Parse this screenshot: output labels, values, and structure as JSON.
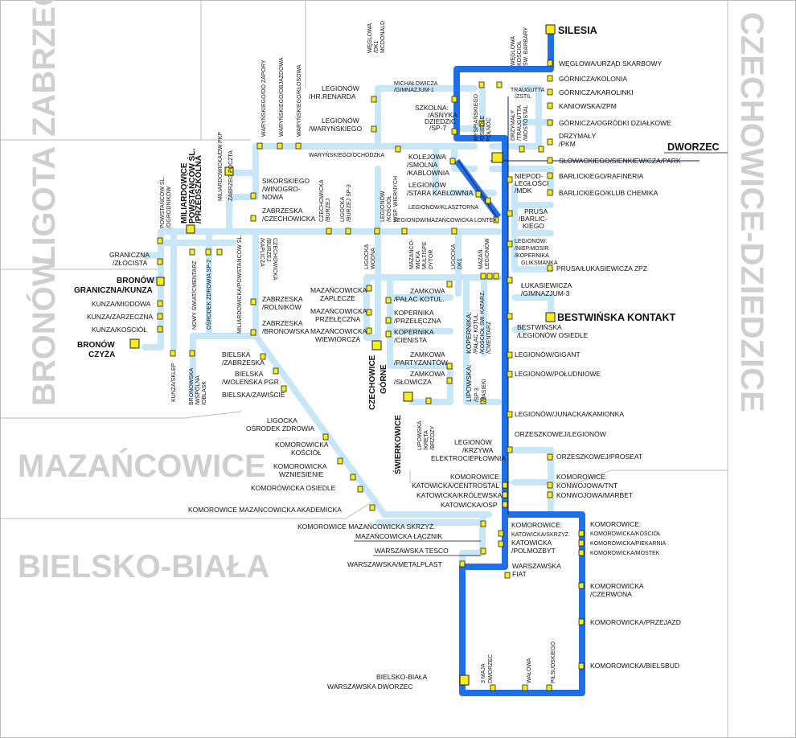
{
  "colors": {
    "route_light": "#c7e6f7",
    "route_main": "#1f6fe8",
    "stop_fill": "#f7ec1c",
    "district_text": "#cfcfcf",
    "border": "#bbbbbb"
  },
  "districts": [
    {
      "id": "zabrzeg",
      "name": "ZABRZEG"
    },
    {
      "id": "ligota",
      "name": "LIGOTA"
    },
    {
      "id": "bronow",
      "name": "BRONÓW"
    },
    {
      "id": "mazancowice",
      "name": "MAZAŃCOWICE"
    },
    {
      "id": "bielsko",
      "name": "BIELSKO-BIAŁA"
    },
    {
      "id": "czechowice",
      "name": "CZECHOWICE-DZIEDZICE"
    }
  ],
  "stops": [
    {
      "id": "silesia",
      "name": "SILESIA"
    },
    {
      "id": "weglowa_us",
      "name": "WĘGLOWA/URZĄD SKARBOWY"
    },
    {
      "id": "gornicza_kolonia",
      "name": "GÓRNICZA/KOLONIA"
    },
    {
      "id": "gornicza_karolinki",
      "name": "GÓRNICZA/KAROLINKI"
    },
    {
      "id": "kaniowska",
      "name": "KANIOWSKA/ZPM"
    },
    {
      "id": "gornicza_ogrodki",
      "name": "GÓRNICZA/OGRÓDKI DZIAŁKOWE"
    },
    {
      "id": "drzymaly_pkm_1",
      "name": "DRZYMAŁY"
    },
    {
      "id": "drzymaly_pkm_2",
      "name": "/PKM"
    },
    {
      "id": "dworzec",
      "name": "DWORZEC"
    },
    {
      "id": "slowackiego",
      "name": "SŁOWACKIEGO/SIENKIEWICZA/PARK"
    },
    {
      "id": "barlickiego_raf",
      "name": "BARLICKIEGO/RAFINERIA"
    },
    {
      "id": "barlickiego_klub",
      "name": "BARLICKIEGO/KLUB CHEMIKA"
    },
    {
      "id": "niepodleglosci_1",
      "name": "NIEPOD-"
    },
    {
      "id": "niepodleglosci_2",
      "name": "LEGŁOŚCI"
    },
    {
      "id": "niepodleglosci_3",
      "name": "/MDK"
    },
    {
      "id": "prusa_1",
      "name": "PRUSA"
    },
    {
      "id": "prusa_2",
      "name": "/BARLIC-"
    },
    {
      "id": "prusa_3",
      "name": "KIEGO"
    },
    {
      "id": "legionow_mosir_1",
      "name": "LEGIONÓW:"
    },
    {
      "id": "legionow_mosir_2",
      "name": "/NIEP.MOSIR"
    },
    {
      "id": "legionow_mosir_3",
      "name": "/KOPERNIKA"
    },
    {
      "id": "legionow_mosir_4",
      "name": "GLIKSMANKA"
    },
    {
      "id": "prusa_lukas",
      "name": "PRUSA/ŁUKASIEWICZA ZPZ"
    },
    {
      "id": "lukasiewicza_1",
      "name": "ŁUKASIEWICZA"
    },
    {
      "id": "lukasiewicza_2",
      "name": "/GIMNAZJUM-3"
    },
    {
      "id": "bestwinska_kontakt",
      "name": "BESTWIŃSKA KONTAKT"
    },
    {
      "id": "bestwinska_osiedle_1",
      "name": "BESTWIŃSKA"
    },
    {
      "id": "bestwinska_osiedle_2",
      "name": "/LEGIONÓW OSIEDLE"
    },
    {
      "id": "legionow_gigant",
      "name": "LEGIONÓW/GIGANT"
    },
    {
      "id": "legionow_poludniowe",
      "name": "LEGIONÓW/POŁUDNIOWE"
    },
    {
      "id": "legionow_junacka",
      "name": "LEGIONÓW/JUNACKA/KAMIONKA"
    },
    {
      "id": "orzeszkowej_leg",
      "name": "ORZESZKOWEJ/LEGIONÓW"
    },
    {
      "id": "orzeszkowej_pros",
      "name": "ORZESZKOWEJ/PROSEAT"
    },
    {
      "id": "konwojowa_hdr",
      "name": "KOMOROWICE:"
    },
    {
      "id": "konwojowa_tnt",
      "name": "KONWOJOWA/TNT"
    },
    {
      "id": "konwojowa_marbet",
      "name": "KONWOJOWA/MARBET"
    },
    {
      "id": "kom_hdr",
      "name": "KOMOROWICE:"
    },
    {
      "id": "kom_kosciol",
      "name": "KOMOROWICKA/KOŚCIÓŁ"
    },
    {
      "id": "kom_piekarnia",
      "name": "KOMOROWICKA/PIEKARNIA"
    },
    {
      "id": "kom_mostek",
      "name": "KOMOROWICKA/MOSTEK"
    },
    {
      "id": "kom_czerwona_1",
      "name": "KOMOROWICKA"
    },
    {
      "id": "kom_czerwona_2",
      "name": "/CZERWONA"
    },
    {
      "id": "kom_przejazd",
      "name": "KOMOROWICKA/PRZEJAZD"
    },
    {
      "id": "kom_bielsbud",
      "name": "KOMOROWICKA/BIELSBUD"
    },
    {
      "id": "legionow_krzywa_1",
      "name": "LEGIONÓW"
    },
    {
      "id": "legionow_krzywa_2",
      "name": "/KRZYWA"
    },
    {
      "id": "legionow_krzywa_3",
      "name": "ELEKTROCIEPŁOWNIA"
    },
    {
      "id": "kat_hdr",
      "name": "KOMOROWICE:"
    },
    {
      "id": "kat_centrostal",
      "name": "KATOWICKA/CENTROSTAL"
    },
    {
      "id": "kat_krolewska",
      "name": "KATOWICKA/KRÓLEWSKA"
    },
    {
      "id": "kat_osp",
      "name": "KATOWICKA/OSP"
    },
    {
      "id": "kat2_hdr",
      "name": "KOMOROWICE:"
    },
    {
      "id": "kat2_skrzyz",
      "name": "KATOWICKA/SKRZYŻ."
    },
    {
      "id": "kat2_polmo_1",
      "name": "KATOWICKA"
    },
    {
      "id": "kat2_polmo_2",
      "name": "/POLMOZBYT"
    },
    {
      "id": "warszawska_fiat_1",
      "name": "WARSZAWSKA"
    },
    {
      "id": "warszawska_fiat_2",
      "name": "FIAT"
    },
    {
      "id": "warszawska_metalplast",
      "name": "WARSZAWSKA/METALPLAST"
    },
    {
      "id": "warszawska_tesco",
      "name": "WARSZAWSKA TESCO"
    },
    {
      "id": "mazancowicka_lacznik",
      "name": "MAZAŃCOWICKA ŁĄCZNIK"
    },
    {
      "id": "kom_maz_skrzyz",
      "name": "KOMOROWICE MAZAŃCOWICKA SKRZYŻ."
    },
    {
      "id": "kom_maz_akad",
      "name": "KOMOROWICE MAZAŃCOWICKA AKADEMICKA"
    },
    {
      "id": "kom_osiedle",
      "name": "KOMOROWICKA OSIEDLE"
    },
    {
      "id": "kom_wzn_1",
      "name": "KOMOROWICKA"
    },
    {
      "id": "kom_wzn_2",
      "name": "WZNIESIENIE"
    },
    {
      "id": "kom_kosc2_1",
      "name": "KOMOROWICKA"
    },
    {
      "id": "kom_kosc2_2",
      "name": "KOŚCIÓŁ"
    },
    {
      "id": "ligocka_1",
      "name": "LIGOCKA"
    },
    {
      "id": "ligocka_2",
      "name": "OŚRODEK ZDROWIA"
    },
    {
      "id": "bielska_zawiscie",
      "name": "BIELSKA/ZAWIŚCIE"
    },
    {
      "id": "bielska_wol_1",
      "name": "BIELSKA"
    },
    {
      "id": "bielska_wol_2",
      "name": "/WOLEŃSKA PGR"
    },
    {
      "id": "bielska_zab_1",
      "name": "BIELSKA"
    },
    {
      "id": "bielska_zab_2",
      "name": "/ZABRZESKA"
    },
    {
      "id": "bielsko_dworzec_1",
      "name": "BIELSKO-BIAŁA"
    },
    {
      "id": "bielsko_dworzec_2",
      "name": "WARSZAWSKA DWORZEC"
    },
    {
      "id": "maja_1",
      "name": "3 MAJA"
    },
    {
      "id": "maja_2",
      "name": "DWORZEC"
    },
    {
      "id": "walowa",
      "name": "WAŁOWA"
    },
    {
      "id": "pilsudskiego",
      "name": "PIŁSUDSKIEGO"
    },
    {
      "id": "silesia_weglowa_1",
      "name": "WĘGLOWA"
    },
    {
      "id": "silesia_weglowa_2",
      "name": "KOŚCIÓŁ"
    },
    {
      "id": "silesia_weglowa_3",
      "name": "ŚW. BARBARY"
    },
    {
      "id": "traugutta_1",
      "name": "TRAUGUTTA"
    },
    {
      "id": "traugutta_2",
      "name": "/ZSTIL"
    },
    {
      "id": "drzymaly_trau_1",
      "name": "DRZYMAŁY"
    },
    {
      "id": "drzymaly_trau_2",
      "name": "/TRAUGUTTA"
    },
    {
      "id": "drzymaly_trau_3",
      "name": "/MOSTOSTAL"
    },
    {
      "id": "wyspianskiego_1",
      "name": "WYSPIAŃSKIEGO"
    },
    {
      "id": "wyspianskiego_2",
      "name": "/OSIEDLE"
    },
    {
      "id": "wyspianskiego_3",
      "name": "PÓŁNOC"
    },
    {
      "id": "michalowicza_1",
      "name": "MICHAŁOWICZA"
    },
    {
      "id": "michalowicza_2",
      "name": "/GIMNAZJUM-1"
    },
    {
      "id": "szkolna_1",
      "name": "SZKOLNA:"
    },
    {
      "id": "szkolna_2",
      "name": "/ASNYKA"
    },
    {
      "id": "szkolna_3",
      "name": "DZIEDZIC"
    },
    {
      "id": "szkolna_4",
      "name": "/SP-7"
    },
    {
      "id": "weglowa_dk1_1",
      "name": "WĘGLOWA"
    },
    {
      "id": "weglowa_dk1_2",
      "name": "/DK1"
    },
    {
      "id": "weglowa_dk1_3",
      "name": "MCDONALD"
    },
    {
      "id": "legionow_renarda_1",
      "name": "LEGIONÓW"
    },
    {
      "id": "legionow_renarda_2",
      "name": "/HR.RENARDA"
    },
    {
      "id": "legionow_waryn_1",
      "name": "LEGIONÓW"
    },
    {
      "id": "legionow_waryn_2",
      "name": "/WARYŃSKIEGO"
    },
    {
      "id": "warynskiego_och",
      "name": "WARYŃSKIEGO/OCHODZKA"
    },
    {
      "id": "kolejowa_1",
      "name": "KOLEJOWA"
    },
    {
      "id": "kolejowa_2",
      "name": "/SMOLNA"
    },
    {
      "id": "kolejowa_3",
      "name": "/KABLOWNIA"
    },
    {
      "id": "legionow_kabl_1",
      "name": "LEGIONÓW"
    },
    {
      "id": "legionow_kabl_2",
      "name": "/STARA KABLOWNIA"
    },
    {
      "id": "legionow_klasz",
      "name": "LEGIONÓW/KLASZTORNA"
    },
    {
      "id": "legionow_maz_lontex",
      "name": "LEGIONÓW/MAZAŃCOWICKA LONTEX"
    },
    {
      "id": "legionow_kosciol_1",
      "name": "LEGIONÓW"
    },
    {
      "id": "legionow_kosciol_2",
      "name": "/KOŚCIÓŁ"
    },
    {
      "id": "legionow_kosciol_3",
      "name": "WSP. WIERNYCH"
    },
    {
      "id": "warynskiego_zapory",
      "name": "WARYŃSKIEGO/DO ZAPORY"
    },
    {
      "id": "warynskiego_objazdowa",
      "name": "WARYŃSKIEGO/OBJAZDOWA"
    },
    {
      "id": "warynskiego_klosowa",
      "name": "WARYŃSKIEGO/KŁOSOWA"
    },
    {
      "id": "zabrzeg_poczta_1",
      "name": "MILIARDOWICKA/DW.PKP"
    },
    {
      "id": "zabrzeg_poczta_2",
      "name": "ZABRZEG POCZTA"
    },
    {
      "id": "sikorskiego_1",
      "name": "SIKORSKIEGO"
    },
    {
      "id": "sikorskiego_2",
      "name": "/WINOGRO-"
    },
    {
      "id": "sikorskiego_3",
      "name": "NOWA"
    },
    {
      "id": "zab_czech_1",
      "name": "ZABRZESKA"
    },
    {
      "id": "zab_czech_2",
      "name": "/CZECHOWICKA"
    },
    {
      "id": "czech_burzej_1",
      "name": "CZECHOWICKA"
    },
    {
      "id": "czech_burzej_2",
      "name": "/BURZEJ"
    },
    {
      "id": "ligocka_burzej_1",
      "name": "LIGOCKA"
    },
    {
      "id": "ligocka_burzej_2",
      "name": "/BURZEJ SP-3"
    },
    {
      "id": "czech_kaplicza_1",
      "name": "CZECHOWICKA"
    },
    {
      "id": "czech_kaplicza_2",
      "name": "/BURZEJ"
    },
    {
      "id": "czech_kaplicza_3",
      "name": "/KAPLICZA"
    },
    {
      "id": "ligocka_wodna_1",
      "name": "LIGOCKA"
    },
    {
      "id": "ligocka_wodna_2",
      "name": "WODNA"
    },
    {
      "id": "mazan_multispe_1",
      "name": "MAZAŃCO-"
    },
    {
      "id": "mazan_multispe_2",
      "name": "WICKA"
    },
    {
      "id": "mazan_multispe_3",
      "name": "MULTISPE"
    },
    {
      "id": "mazan_multispe_4",
      "name": "DYTOR"
    },
    {
      "id": "ligocka_dk1_1",
      "name": "LIGOCKA"
    },
    {
      "id": "ligocka_dk1_2",
      "name": "DK1"
    },
    {
      "id": "mazan_leg_1",
      "name": "MAZAŃ."
    },
    {
      "id": "mazan_leg_2",
      "name": "LEGIONÓW"
    },
    {
      "id": "mazan_zaplecze_1",
      "name": "MAZAŃCOWICKA"
    },
    {
      "id": "mazan_zaplecze_2",
      "name": "ZAPLECZE"
    },
    {
      "id": "mazan_przel_1",
      "name": "MAZAŃCOWICKA"
    },
    {
      "id": "mazan_przel_2",
      "name": "PRZEŁĘCZNA"
    },
    {
      "id": "mazan_wiew_1",
      "name": "MAZAŃCOWICKA"
    },
    {
      "id": "mazan_wiew_2",
      "name": "WIEWIÓRCZA"
    },
    {
      "id": "czechowice_gorne_1",
      "name": "CZECHOWICE"
    },
    {
      "id": "czechowice_gorne_2",
      "name": "GÓRNE"
    },
    {
      "id": "zamkowa_palac_1",
      "name": "ZAMKOWA"
    },
    {
      "id": "zamkowa_palac_2",
      "name": "/PAŁAC KOTUL."
    },
    {
      "id": "kopernika_przel_1",
      "name": "KOPERNIKA"
    },
    {
      "id": "kopernika_przel_2",
      "name": "/PRZEŁĘCZNA"
    },
    {
      "id": "kopernika_cien_1",
      "name": "KOPERNIKA"
    },
    {
      "id": "kopernika_cien_2",
      "name": "/CIENISTA"
    },
    {
      "id": "kopernika_group_1",
      "name": "KOPERNIKA:"
    },
    {
      "id": "kopernika_group_2",
      "name": "/PAŁAC KOTUL"
    },
    {
      "id": "kopernika_group_3",
      "name": "/KOŚCIÓŁ ŚW. KATARZ."
    },
    {
      "id": "kopernika_group_4",
      "name": "/CMENTARZ"
    },
    {
      "id": "zamkowa_part_1",
      "name": "ZAMKOWA"
    },
    {
      "id": "zamkowa_part_2",
      "name": "/PARTYZANTÓW"
    },
    {
      "id": "zamkowa_slow_1",
      "name": "ZAMKOWA"
    },
    {
      "id": "zamkowa_slow_2",
      "name": "/SŁOWICZA"
    },
    {
      "id": "lipowska_sp3_1",
      "name": "LIPOWSKA:"
    },
    {
      "id": "lipowska_sp3_2",
      "name": "/SP-3"
    },
    {
      "id": "lipowska_sp3_3",
      "name": "/PASIEKI"
    },
    {
      "id": "swierkowice",
      "name": "ŚWIERKOWICE"
    },
    {
      "id": "lipowska_kreta_1",
      "name": "LIPOWSKA"
    },
    {
      "id": "lipowska_kreta_2",
      "name": "/KRĘTA"
    },
    {
      "id": "lipowska_kreta_3",
      "name": "/BRZOZY"
    },
    {
      "id": "graniczna_zlocista_1",
      "name": "GRANICZNA"
    },
    {
      "id": "graniczna_zlocista_2",
      "name": "/ZŁOCISTA"
    },
    {
      "id": "bronow_kunza_1",
      "name": "BRONÓW"
    },
    {
      "id": "bronow_kunza_2",
      "name": "GRANICZNA/KUNZA"
    },
    {
      "id": "kunza_miodowa",
      "name": "KUNZA/MIODOWA"
    },
    {
      "id": "kunza_zarzeczna",
      "name": "KUNZA/ZARZECZNA"
    },
    {
      "id": "kunza_kosciol",
      "name": "KUNZA/KOŚCIÓŁ"
    },
    {
      "id": "bronow_czyza_1",
      "name": "BRONÓW"
    },
    {
      "id": "bronow_czyza_2",
      "name": "CZYŻA"
    },
    {
      "id": "kunza_sklep",
      "name": "KUNZA/SKLEP"
    },
    {
      "id": "bronowska_1",
      "name": "BRONOWSKA"
    },
    {
      "id": "bronowska_2",
      "name": "/WSPÓLNA"
    },
    {
      "id": "bronowska_3",
      "name": "/OBLASK"
    },
    {
      "id": "nowy_swiat",
      "name": "NOWY ŚWIAT/CMENTARZ"
    },
    {
      "id": "osrodek_sp2",
      "name": "OŚRODEK ZDROWIA SP-2"
    },
    {
      "id": "miliard_pow",
      "name": "MILIARDOWICKA/POWSTAŃCÓW ŚL."
    },
    {
      "id": "miliard_big_1",
      "name": "MILIARDOWICE"
    },
    {
      "id": "miliard_big_2",
      "name": "POWSTAŃCÓW ŚL."
    },
    {
      "id": "miliard_big_3",
      "name": "/PRZEDSZKOLNA"
    },
    {
      "id": "powstancow_ogrod_1",
      "name": "POWSTAŃCÓW ŚL."
    },
    {
      "id": "powstancow_ogrod_2",
      "name": "/OGRODNIKÓW"
    },
    {
      "id": "zab_rolnikow_1",
      "name": "ZABRZESKA"
    },
    {
      "id": "zab_rolnikow_2",
      "name": "/ROLNIKÓW"
    },
    {
      "id": "zab_bronowska_1",
      "name": "ZABRZESKA"
    },
    {
      "id": "zab_bronowska_2",
      "name": "/BRONOWSKA"
    }
  ]
}
